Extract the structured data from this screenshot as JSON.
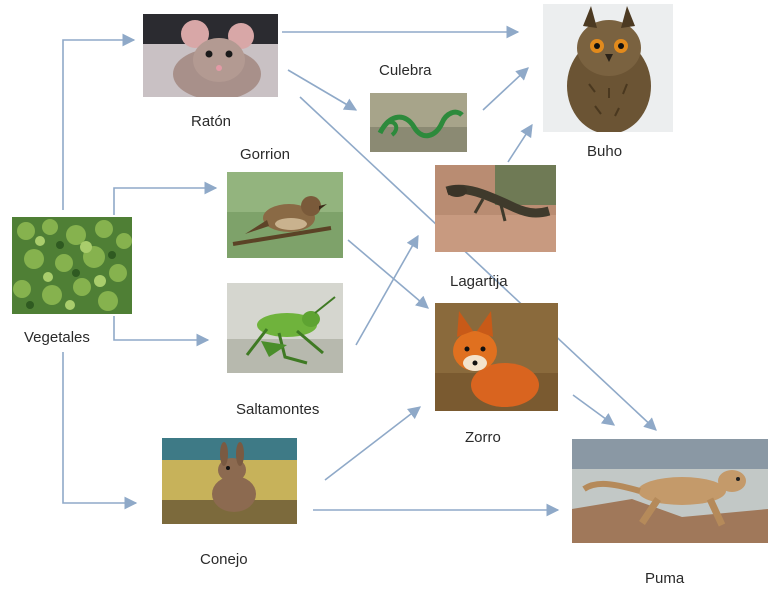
{
  "nodes": {
    "vegetales": {
      "label": "Vegetales",
      "icon": "plants-icon"
    },
    "raton": {
      "label": "Ratón",
      "icon": "mouse-icon"
    },
    "culebra": {
      "label": "Culebra",
      "icon": "snake-icon"
    },
    "buho": {
      "label": "Buho",
      "icon": "owl-icon"
    },
    "gorrion": {
      "label": "Gorrion",
      "icon": "sparrow-icon"
    },
    "lagartija": {
      "label": "Lagartija",
      "icon": "lizard-icon"
    },
    "saltamontes": {
      "label": "Saltamontes",
      "icon": "grasshopper-icon"
    },
    "zorro": {
      "label": "Zorro",
      "icon": "fox-icon"
    },
    "conejo": {
      "label": "Conejo",
      "icon": "rabbit-icon"
    },
    "puma": {
      "label": "Puma",
      "icon": "puma-icon"
    }
  },
  "edges": [
    {
      "from": "Vegetales",
      "to": "Ratón"
    },
    {
      "from": "Vegetales",
      "to": "Gorrion"
    },
    {
      "from": "Vegetales",
      "to": "Saltamontes"
    },
    {
      "from": "Vegetales",
      "to": "Conejo"
    },
    {
      "from": "Ratón",
      "to": "Buho"
    },
    {
      "from": "Ratón",
      "to": "Culebra"
    },
    {
      "from": "Ratón",
      "to": "Puma"
    },
    {
      "from": "Culebra",
      "to": "Buho"
    },
    {
      "from": "Lagartija",
      "to": "Buho"
    },
    {
      "from": "Gorrion",
      "to": "Zorro"
    },
    {
      "from": "Saltamontes",
      "to": "Lagartija"
    },
    {
      "from": "Conejo",
      "to": "Zorro"
    },
    {
      "from": "Conejo",
      "to": "Puma"
    },
    {
      "from": "Zorro",
      "to": "Puma"
    }
  ],
  "colors": {
    "arrow": "#8fa9c8",
    "text": "#2a2a2a"
  }
}
